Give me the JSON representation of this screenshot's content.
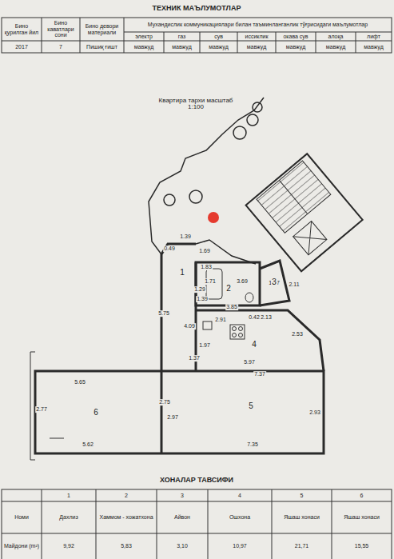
{
  "diagram": {
    "title": "ТЕХНИК МАЪЛУМОТЛАР",
    "labels": [
      "Бино қурилган йил",
      "Бино каватлари сони",
      "Бино девори материали",
      "Мухандислик коммуникациялари билан таъминланганлик тўғрисидаги маълумотлар",
      "электр",
      "газ",
      "сув",
      "иссиклик",
      "окава сув",
      "алоқа",
      "лифт",
      "2017",
      "7",
      "Пишиқ ғишт",
      "мавжуд",
      "мавжуд",
      "мавжуд",
      "мавжуд",
      "мавжуд",
      "мавжуд",
      "мавжуд",
      "Квартира тархи масштаб 1:100",
      "1.39",
      "1.69",
      "0.49",
      "1.83",
      "1.71",
      "3.69",
      "1.47",
      "2.11",
      "1.29",
      "1.39",
      "3.85",
      "5.75",
      "4.09",
      "2.91",
      "0.42",
      "2.13",
      "2.53",
      "1.97",
      "1.37",
      "5.97",
      "7.37",
      "5.65",
      "2.77",
      "2.75",
      "2.97",
      "2.93",
      "5.62",
      "7.35",
      "1",
      "2",
      "3",
      "4",
      "5",
      "6",
      "ХОНАЛАР ТАВСИФИ",
      "1",
      "2",
      "3",
      "4",
      "5",
      "6",
      "Номи",
      "Дахлиз",
      "Хаммом - хожатхона",
      "Айвон",
      "Ошхона",
      "Яшаш хонаси",
      "Яшаш хонаси",
      "Майдони (m²)",
      "9,92",
      "5,83",
      "3,10",
      "10,97",
      "21,71",
      "15,55"
    ]
  }
}
